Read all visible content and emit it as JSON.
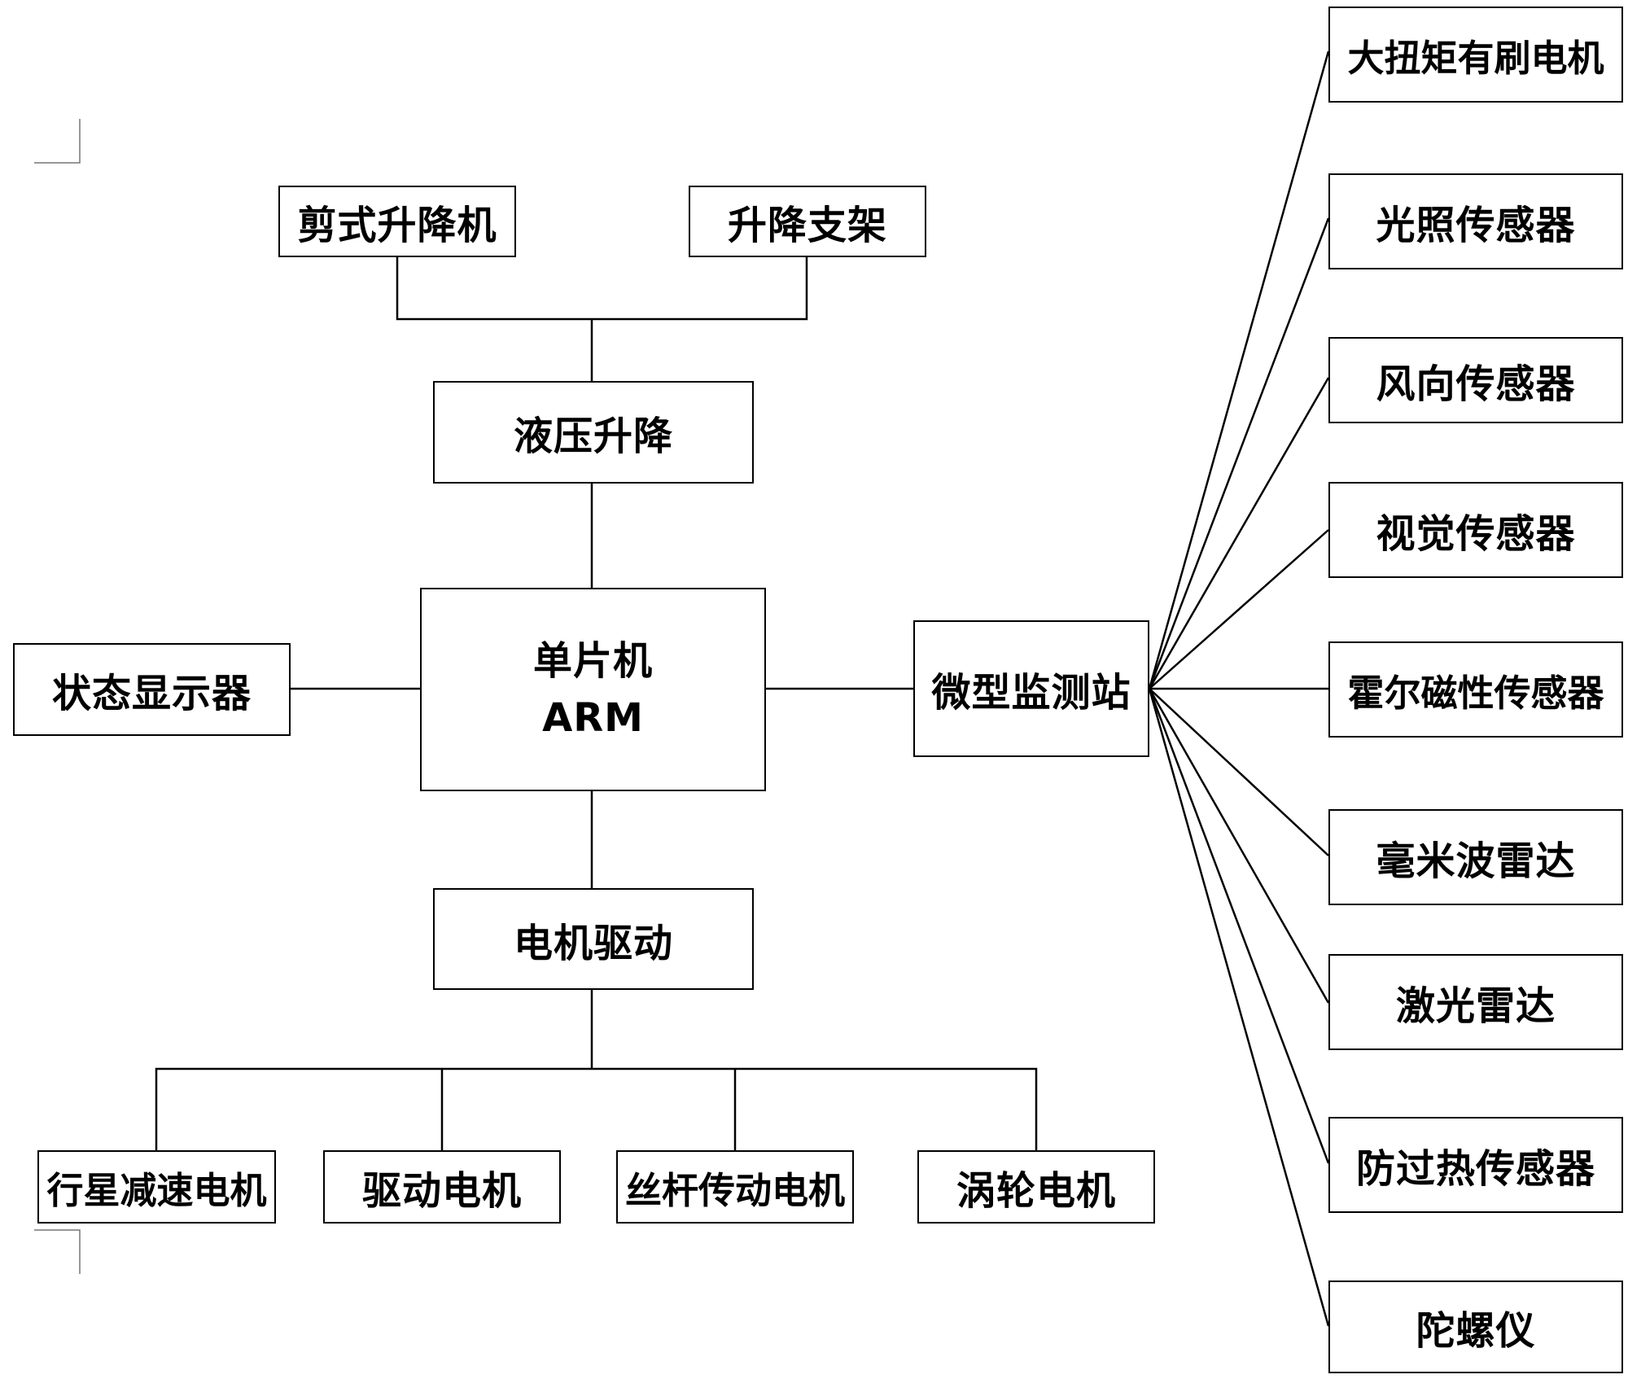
{
  "top": {
    "scissor_lift": "剪式升降机",
    "lift_bracket": "升降支架",
    "hydraulic_lift": "液压升降"
  },
  "controller": {
    "line1": "单片机",
    "line2": "ARM"
  },
  "status_display": "状态显示器",
  "monitoring_station": "微型监测站",
  "motor_drive": "电机驱动",
  "motors": [
    "行星减速电机",
    "驱动电机",
    "丝杆传动电机",
    "涡轮电机"
  ],
  "sensors": [
    "大扭矩有刷电机",
    "光照传感器",
    "风向传感器",
    "视觉传感器",
    "霍尔磁性传感器",
    "毫米波雷达",
    "激光雷达",
    "防过热传感器",
    "陀螺仪"
  ]
}
